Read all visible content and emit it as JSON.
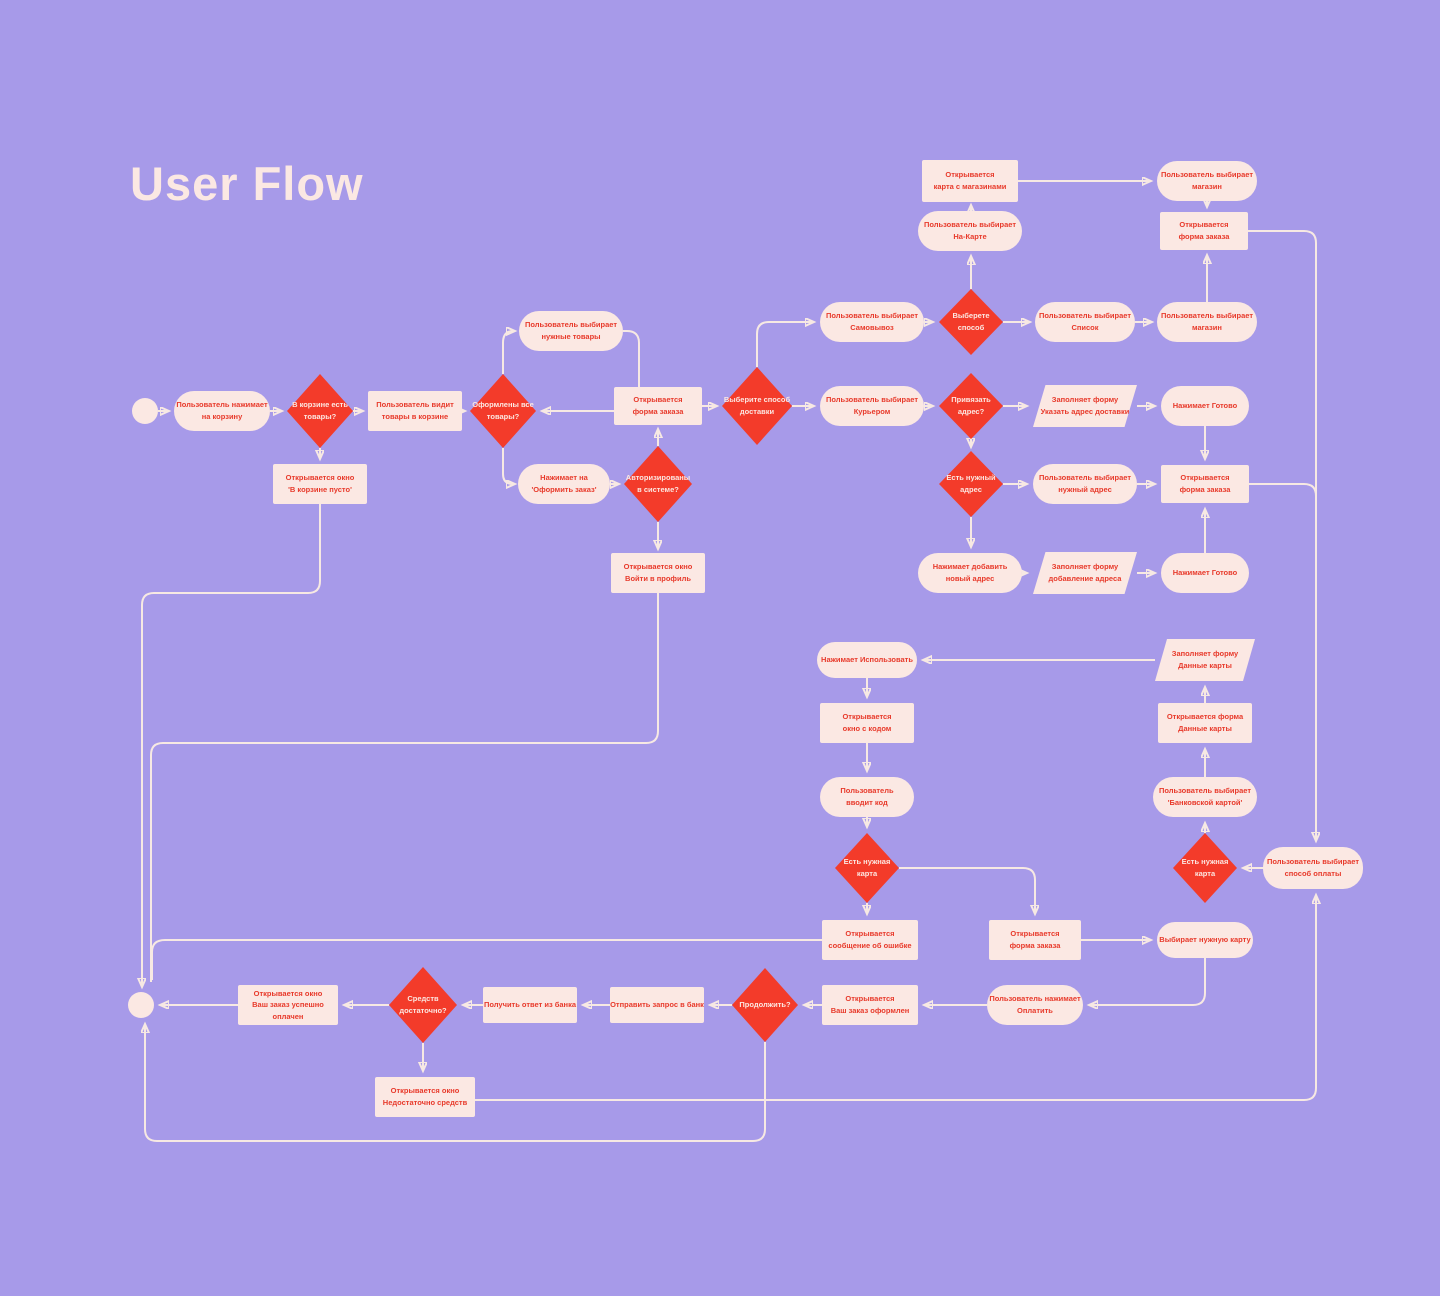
{
  "title": "User Flow",
  "colors": {
    "background": "#A79AE9",
    "node_fill": "#FBE8E3",
    "node_text": "#E83A2B",
    "decision_fill": "#F33B2A",
    "decision_text": "#FCE7E1",
    "connector_line": "#F7E9E3"
  },
  "nodes": {
    "start": {
      "type": "start",
      "label": ""
    },
    "tap_cart": {
      "type": "action",
      "label": "Пользователь нажимает\nна корзину"
    },
    "cart_has_items": {
      "type": "decision",
      "label": "В корзине есть\nтовары?"
    },
    "sees_items": {
      "type": "screen",
      "label": "Пользователь видит\nтовары в корзине"
    },
    "all_items_done": {
      "type": "decision",
      "label": "Оформлены все\nтовары?"
    },
    "picks_items": {
      "type": "action",
      "label": "Пользователь выбирает\nнужные товары"
    },
    "empty_cart": {
      "type": "screen",
      "label": "Открывается окно\n'В корзине пусто'"
    },
    "tap_checkout": {
      "type": "action",
      "label": "Нажимает на\n'Оформить заказ'"
    },
    "authorized": {
      "type": "decision",
      "label": "Авторизированы\nв системе?"
    },
    "order_form_1": {
      "type": "screen",
      "label": "Открывается\nформа заказа"
    },
    "login_window": {
      "type": "screen",
      "label": "Открывается окно\nВойти в профиль"
    },
    "delivery_method": {
      "type": "decision",
      "label": "Выберите способ\nдоставки"
    },
    "pickup": {
      "type": "action",
      "label": "Пользователь выбирает\nСамовывоз"
    },
    "pick_method": {
      "type": "decision",
      "label": "Выберете\nспособ"
    },
    "on_map": {
      "type": "action",
      "label": "Пользователь выбирает\nНа-Карте"
    },
    "map_with_stores": {
      "type": "screen",
      "label": "Открывается\nкарта с магазинами"
    },
    "picks_store_map": {
      "type": "action",
      "label": "Пользователь выбирает\nмагазин"
    },
    "order_form_2": {
      "type": "screen",
      "label": "Открывается\nформа заказа"
    },
    "picks_list": {
      "type": "action",
      "label": "Пользователь выбирает\nСписок"
    },
    "picks_store_list": {
      "type": "action",
      "label": "Пользователь выбирает\nмагазин"
    },
    "courier": {
      "type": "action",
      "label": "Пользователь выбирает\nКурьером"
    },
    "bind_address": {
      "type": "decision",
      "label": "Привязать\nадрес?"
    },
    "fill_delivery_address": {
      "type": "input",
      "label": "Заполняет форму\nУказать адрес доставки"
    },
    "tap_done_delivery": {
      "type": "action",
      "label": "Нажимает Готово"
    },
    "has_address": {
      "type": "decision",
      "label": "Есть нужный\nадрес"
    },
    "picks_address": {
      "type": "action",
      "label": "Пользователь выбирает\nнужный адрес"
    },
    "order_form_3": {
      "type": "screen",
      "label": "Открывается\nформа заказа"
    },
    "add_new_address": {
      "type": "action",
      "label": "Нажимает добавить\nновый адрес"
    },
    "fill_address_form": {
      "type": "input",
      "label": "Заполняет форму\nдобавление адреса"
    },
    "tap_done_address": {
      "type": "action",
      "label": "Нажимает Готово"
    },
    "tap_use": {
      "type": "action",
      "label": "Нажимает Использовать"
    },
    "fill_card_form": {
      "type": "input",
      "label": "Заполняет форму\nДанные карты"
    },
    "code_window": {
      "type": "screen",
      "label": "Открывается\nокно с кодом"
    },
    "card_form": {
      "type": "screen",
      "label": "Открывается форма\nДанные карты"
    },
    "enters_code": {
      "type": "action",
      "label": "Пользователь\nвводит код"
    },
    "bank_card": {
      "type": "action",
      "label": "Пользователь выбирает\n'Банковской картой'"
    },
    "has_card_left": {
      "type": "decision",
      "label": "Есть нужная\nкарта"
    },
    "has_card_right": {
      "type": "decision",
      "label": "Есть нужная\nкарта"
    },
    "pay_method": {
      "type": "action",
      "label": "Пользователь выбирает\nспособ оплаты"
    },
    "error_message": {
      "type": "screen",
      "label": "Открывается\nсообщение об ошибке"
    },
    "order_form_4": {
      "type": "screen",
      "label": "Открывается\nформа заказа"
    },
    "picks_card": {
      "type": "action",
      "label": "Выбирает нужную карту"
    },
    "tap_pay": {
      "type": "action",
      "label": "Пользователь нажимает\nОплатить"
    },
    "order_done": {
      "type": "screen",
      "label": "Открывается\nВаш заказ оформлен"
    },
    "continue_q": {
      "type": "decision",
      "label": "Продолжить?"
    },
    "send_request": {
      "type": "screen",
      "label": "Отправить запрос в банк"
    },
    "get_response": {
      "type": "screen",
      "label": "Получить ответ из банка"
    },
    "enough_funds": {
      "type": "decision",
      "label": "Средств\nдостаточно?"
    },
    "success": {
      "type": "screen",
      "label": "Открывается окно\nВаш заказ успешно оплачен"
    },
    "no_funds": {
      "type": "screen",
      "label": "Открывается окно\nНедостаточно средств"
    },
    "end": {
      "type": "end",
      "label": ""
    }
  }
}
